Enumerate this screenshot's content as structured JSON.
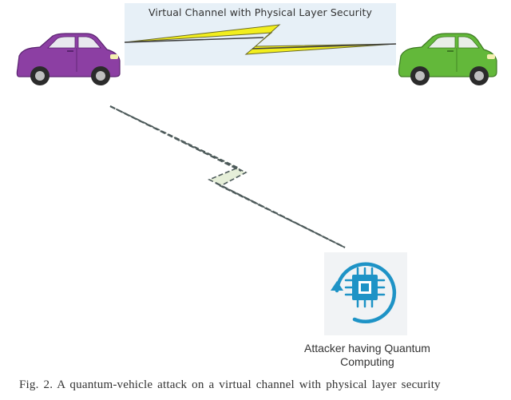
{
  "diagram": {
    "channel_label": "Virtual Channel with Physical Layer Security",
    "attacker_label_lines": [
      "Attacker having Quantum",
      "Computing"
    ],
    "caption": "Fig. 2. A quantum-vehicle attack on a virtual channel with physical layer security"
  },
  "colors": {
    "car_left": "#8c3fa3",
    "car_right": "#63b83a",
    "bolt": "#f2ee1d",
    "attack_link": "#4d5a5a",
    "chip_blue": "#1e93c6",
    "channel_band": "#e7f0f7"
  },
  "icons": {
    "car_left": "car-icon",
    "car_right": "car-icon",
    "attacker": "quantum-chip-icon"
  }
}
